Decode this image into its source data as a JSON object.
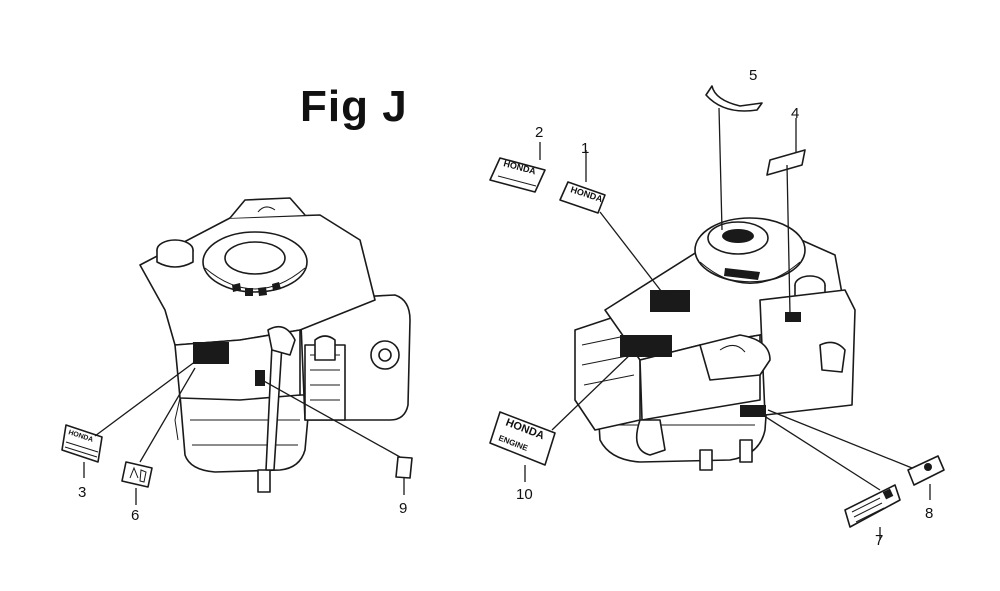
{
  "figure": {
    "title": "Fig J"
  },
  "callouts": [
    "1",
    "2",
    "3",
    "4",
    "5",
    "6",
    "7",
    "8",
    "9",
    "10"
  ],
  "decals": {
    "honda_label": "HONDA",
    "large_honda_label_line1": "HONDA",
    "large_honda_label_line2": "ENGINE"
  }
}
